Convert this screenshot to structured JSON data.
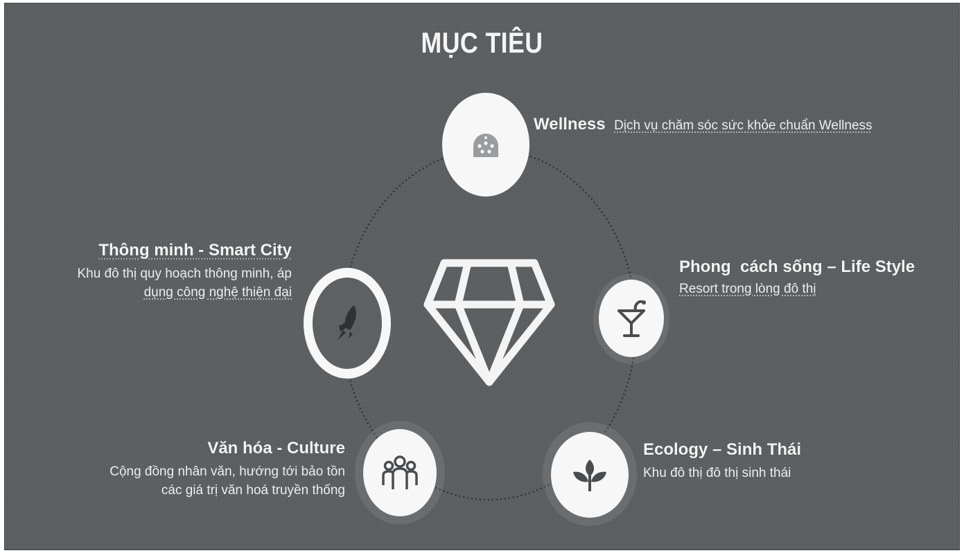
{
  "title": "MỤC TIÊU",
  "center": {
    "icon": "diamond-icon"
  },
  "goals": [
    {
      "heading": "Wellness",
      "description": "Dịch vụ chăm sóc sức khỏe chuẩn Wellness",
      "icon": "dome-icon"
    },
    {
      "heading": "Phong  cách sống – Life Style",
      "description": "Resort trong lòng đô thị",
      "icon": "cocktail-glass-icon"
    },
    {
      "heading": "Ecology – Sinh Thái",
      "description": "Khu đô thị đô thị sinh thái",
      "icon": "leaf-plant-icon"
    },
    {
      "heading": "Văn hóa - Culture",
      "description_line1": "Cộng đồng nhân văn, hướng tới bảo tồn",
      "description_line2": "các giá trị văn hoá truyền thống",
      "icon": "people-group-icon"
    },
    {
      "heading": "Thông minh - Smart City",
      "description_line1": "Khu đô thị quy hoạch thông minh, áp",
      "description_line2": "dụng công nghệ thiện đại",
      "icon": "rocket-icon"
    }
  ],
  "colors": {
    "background": "#5b5f61",
    "circle": "#f7f7f7",
    "text": "#f3f3f3"
  }
}
